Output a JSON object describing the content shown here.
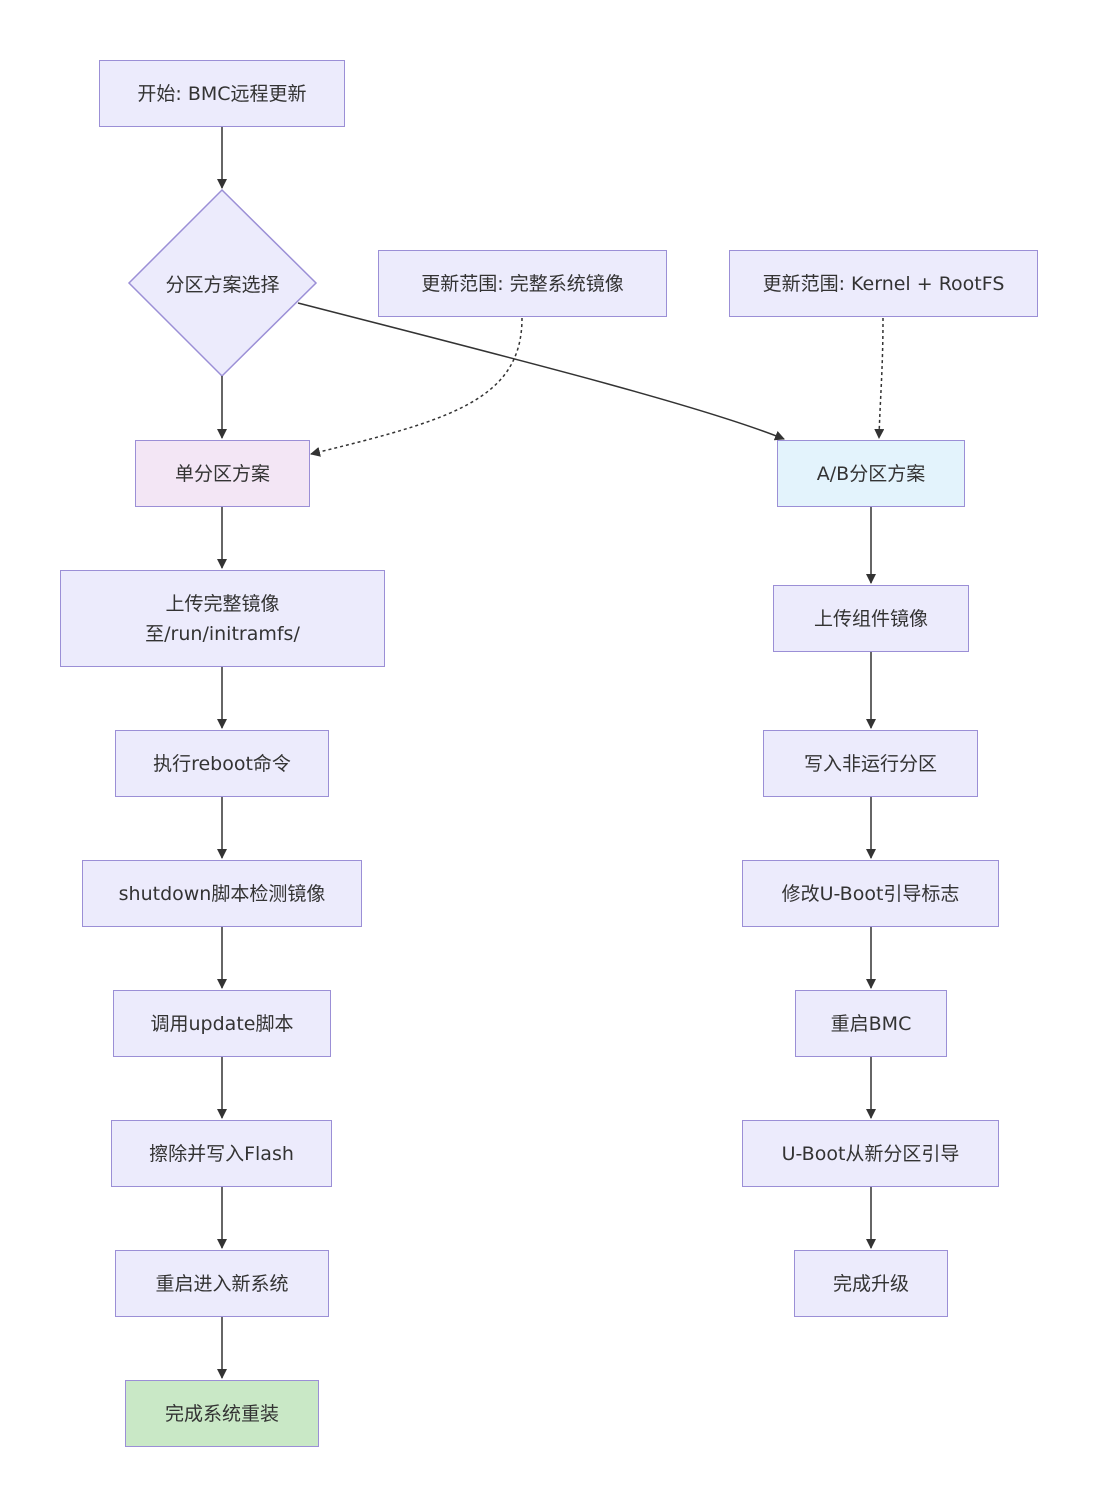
{
  "diagram": {
    "start": "开始: BMC远程更新",
    "decision": "分区方案选择",
    "scope_full": "更新范围: 完整系统镜像",
    "scope_partial": "更新范围: Kernel + RootFS",
    "single": {
      "title": "单分区方案",
      "steps": [
        [
          "上传完整镜像",
          "至/run/initramfs/"
        ],
        "执行reboot命令",
        "shutdown脚本检测镜像",
        "调用update脚本",
        "擦除并写入Flash",
        "重启进入新系统",
        "完成系统重装"
      ]
    },
    "ab": {
      "title": "A/B分区方案",
      "steps": [
        "上传组件镜像",
        "写入非运行分区",
        "修改U-Boot引导标志",
        "重启BMC",
        "U-Boot从新分区引导",
        "完成升级"
      ]
    }
  },
  "colors": {
    "node_fill": "#ecebfc",
    "node_border": "#9b8fd6",
    "single_fill": "#f3e6f5",
    "ab_fill": "#e3f3fc",
    "final_fill": "#c9e8c6",
    "edge": "#333333"
  }
}
